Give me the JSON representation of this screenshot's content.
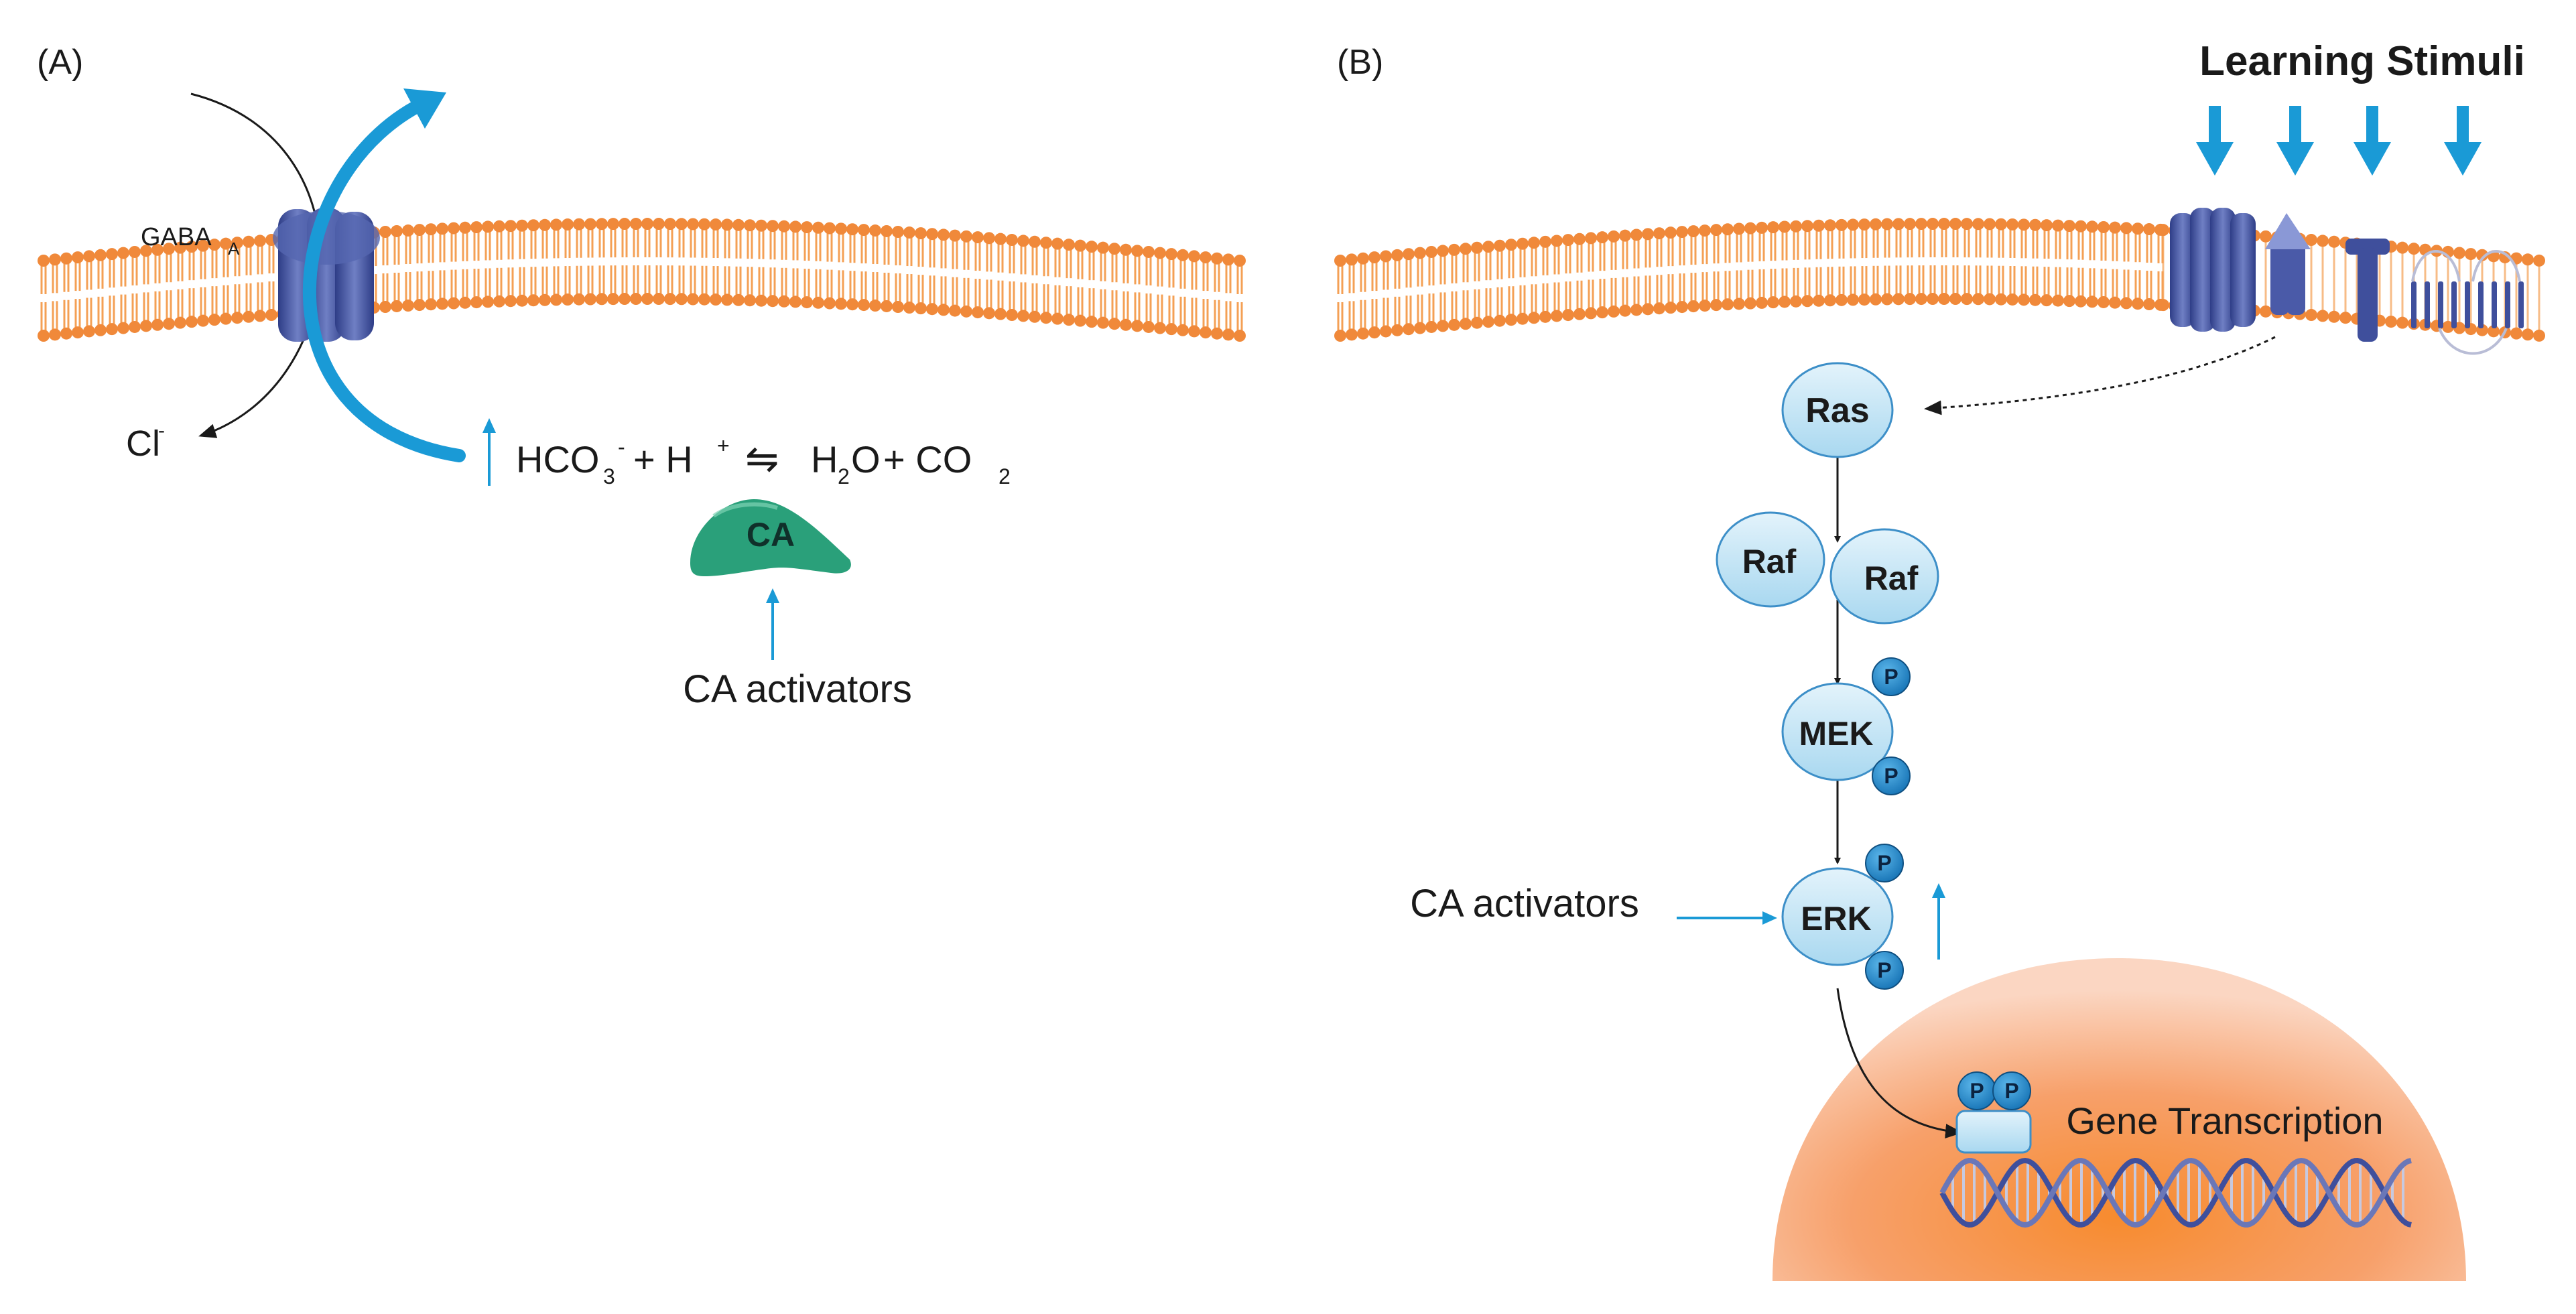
{
  "panel_a": {
    "label": "(A)",
    "receptor": {
      "name": "GABA",
      "subscript": "A"
    },
    "chloride": {
      "base": "Cl",
      "superscript": "-"
    },
    "equation": {
      "hco3": "HCO",
      "hco3_sub": "3",
      "hco3_sup": "-",
      "plus1": "+ H",
      "h_sup": "+",
      "eq_arrow": "⇋",
      "h2o_a": "H",
      "h2o_sub": "2",
      "h2o_b": "O",
      "plus2": "+ CO",
      "co2_sub": "2"
    },
    "enzyme": "CA",
    "activators": "CA activators"
  },
  "panel_b": {
    "label": "(B)",
    "stimuli": "Learning Stimuli",
    "ras": "Ras",
    "raf1": "Raf",
    "raf2": "Raf",
    "mek": "MEK",
    "erk": "ERK",
    "phospho": "P",
    "activators": "CA activators",
    "gene": "Gene Transcription"
  },
  "colors": {
    "lipid_head": "#f0893a",
    "lipid_tail": "#f4a055",
    "blue_arrow": "#1a9ad6",
    "protein_fill": "#bfe3f5",
    "protein_stroke": "#3d8fc8",
    "phospho_fill": "#1e88c9",
    "enzyme": "#2aa07a",
    "channel": "#3f4f9c",
    "nucleus": "#f58a4a",
    "text": "#1a1a1a"
  }
}
